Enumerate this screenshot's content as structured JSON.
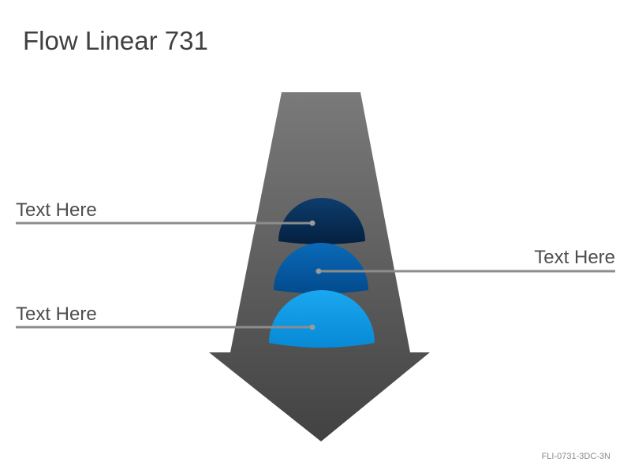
{
  "title": "Flow Linear 731",
  "items": [
    {
      "label": "Text Here",
      "color_top": "#0d3d6e",
      "color_bottom": "#04203f"
    },
    {
      "label": "Text Here",
      "color_top": "#0a6ab8",
      "color_bottom": "#034a8d"
    },
    {
      "label": "Text Here",
      "color_top": "#1aa8ef",
      "color_bottom": "#0789d6"
    }
  ],
  "footer_code": "FLI-0731-3DC-3N",
  "colors": {
    "arrow_top": "#7a7a7a",
    "arrow_bottom": "#424242",
    "leader_line": "#8c8c8c",
    "title_text": "#404040"
  }
}
